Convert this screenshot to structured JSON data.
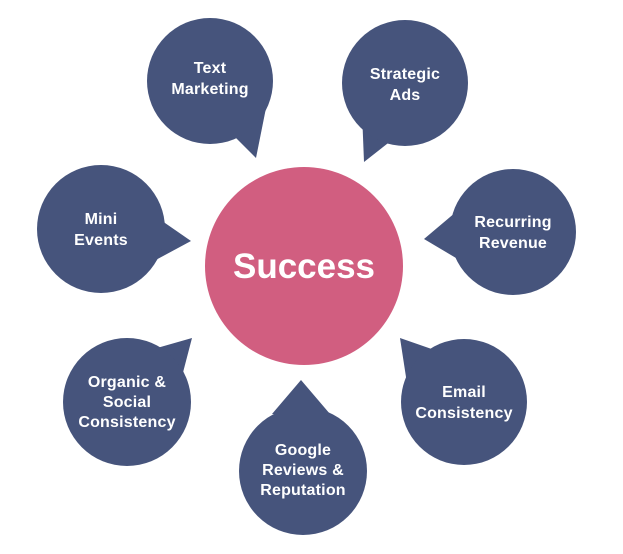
{
  "center": {
    "text": "Success"
  },
  "bubbles": [
    {
      "id": "text-marketing",
      "lines": [
        "Text",
        "Marketing"
      ]
    },
    {
      "id": "strategic-ads",
      "lines": [
        "Strategic",
        "Ads"
      ]
    },
    {
      "id": "recurring-revenue",
      "lines": [
        "Recurring",
        "Revenue"
      ]
    },
    {
      "id": "email-consistency",
      "lines": [
        "Email",
        "Consistency"
      ]
    },
    {
      "id": "google-reviews",
      "lines": [
        "Google",
        "Reviews &",
        "Reputation"
      ]
    },
    {
      "id": "organic-social",
      "lines": [
        "Organic &",
        "Social",
        "Consistency"
      ]
    },
    {
      "id": "mini-events",
      "lines": [
        "Mini",
        "Events"
      ]
    }
  ],
  "colors": {
    "center": "#d15e80",
    "bubble": "#46547c",
    "text": "#ffffff"
  }
}
